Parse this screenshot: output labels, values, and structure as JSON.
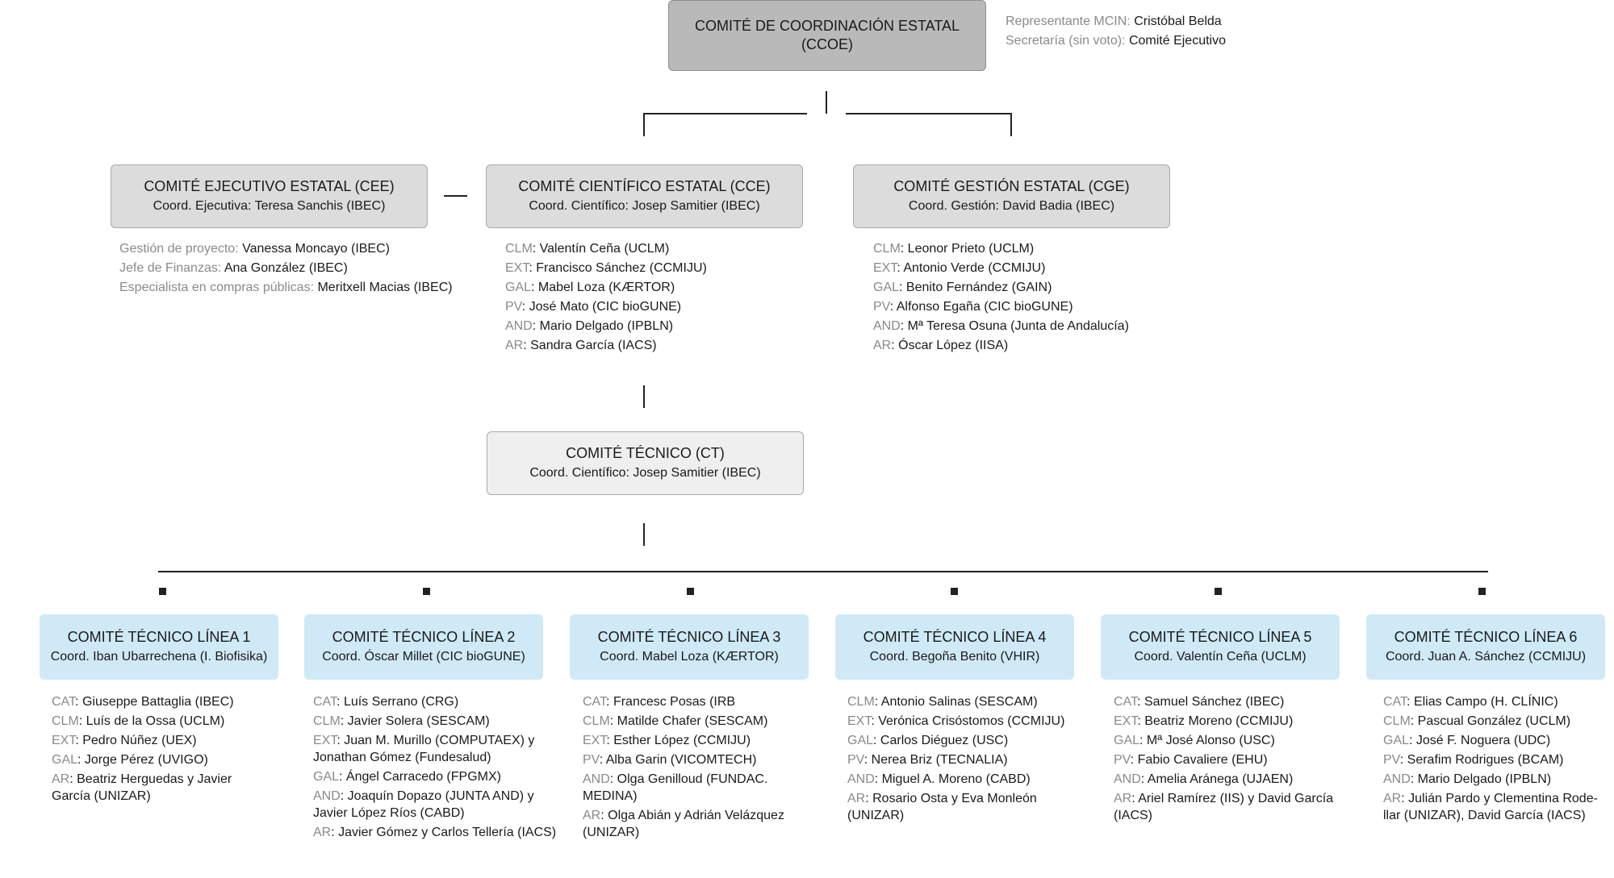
{
  "ccoe": {
    "title": "COMITÉ DE COORDINACIÓN ESTATAL (CCOE)",
    "notes": [
      {
        "k": "Representante MCIN:",
        "v": "Cristóbal Belda"
      },
      {
        "k": "Secretaría (sin voto):",
        "v": "Comité Ejecutivo"
      }
    ]
  },
  "cee": {
    "title": "COMITÉ EJECUTIVO ESTATAL (CEE)",
    "coord": "Coord. Ejecutiva: Teresa Sanchis (IBEC)",
    "members": [
      {
        "k": "Gestión de proyecto:",
        "v": "Vanessa Moncayo (IBEC)"
      },
      {
        "k": "Jefe de Finanzas:",
        "v": "Ana González (IBEC)"
      },
      {
        "k": "Especialista en compras públicas:",
        "v": "Meritxell Macias (IBEC)"
      }
    ]
  },
  "cce": {
    "title": "COMITÉ CIENTÍFICO ESTATAL (CCE)",
    "coord": "Coord. Científico: Josep Samitier (IBEC)",
    "members": [
      {
        "k": "CLM",
        "v": ": Valentín Ceña (UCLM)"
      },
      {
        "k": "EXT",
        "v": ": Francisco Sánchez (CCMIJU)"
      },
      {
        "k": "GAL",
        "v": ": Mabel Loza (KÆRTOR)"
      },
      {
        "k": "PV",
        "v": ": José Mato (CIC bioGUNE)"
      },
      {
        "k": "AND",
        "v": ": Mario  Delgado (IPBLN)"
      },
      {
        "k": "AR",
        "v": ": Sandra García (IACS)"
      }
    ]
  },
  "cge": {
    "title": "COMITÉ GESTIÓN ESTATAL (CGE)",
    "coord": "Coord. Gestión: David Badia (IBEC)",
    "members": [
      {
        "k": "CLM",
        "v": ": Leonor Prieto (UCLM)"
      },
      {
        "k": "EXT",
        "v": ": Antonio Verde (CCMIJU)"
      },
      {
        "k": "GAL",
        "v": ": Benito Fernández (GAIN)"
      },
      {
        "k": "PV",
        "v": ": Alfonso Egaña (CIC bioGUNE)"
      },
      {
        "k": "AND",
        "v": ": Mª Teresa Osuna (Junta de Andalucía)"
      },
      {
        "k": "AR",
        "v": ": Óscar López (IISA)"
      }
    ]
  },
  "ct": {
    "title": "COMITÉ TÉCNICO (CT)",
    "coord": "Coord. Científico: Josep Samitier (IBEC)"
  },
  "lines": [
    {
      "title": "COMITÉ TÉCNICO LÍNEA 1",
      "coord": "Coord. Iban Ubarrechena (I. Biofisika)",
      "members": [
        {
          "k": "CAT",
          "v": ": Giuseppe Battaglia (IBEC)"
        },
        {
          "k": "CLM",
          "v": ":  Luís de la Ossa (UCLM)"
        },
        {
          "k": "EXT",
          "v": ": Pedro Núñez (UEX)"
        },
        {
          "k": "GAL",
          "v": ": Jorge Pérez (UVIGO)"
        },
        {
          "k": "AR",
          "v": ": Beatriz Herguedas y Javier García (UNIZAR)"
        }
      ]
    },
    {
      "title": "COMITÉ TÉCNICO LÍNEA 2",
      "coord": "Coord. Óscar Millet (CIC bioGUNE)",
      "members": [
        {
          "k": "CAT",
          "v": ": Luís Serrano (CRG)"
        },
        {
          "k": "CLM",
          "v": ": Javier Solera (SESCAM)"
        },
        {
          "k": "EXT",
          "v": ": Juan M. Murillo (COMPUTAEX) y Jonathan Gómez (Fundesalud)"
        },
        {
          "k": "GAL",
          "v": ": Ángel Carracedo (FPGMX)"
        },
        {
          "k": "AND",
          "v": ": Joaquín Dopazo (JUNTA AND) y Javier López Ríos (CABD)"
        },
        {
          "k": "AR",
          "v": ": Javier Gómez y Carlos Tellería (IACS)"
        }
      ]
    },
    {
      "title": "COMITÉ TÉCNICO LÍNEA 3",
      "coord": "Coord. Mabel Loza (KÆRTOR)",
      "members": [
        {
          "k": "CAT",
          "v": ": Francesc Posas (IRB"
        },
        {
          "k": "CLM",
          "v": ": Matilde Chafer (SESCAM)"
        },
        {
          "k": "EXT",
          "v": ": Esther López (CCMIJU)"
        },
        {
          "k": "PV",
          "v": ": Alba Garin (VICOMTECH)"
        },
        {
          "k": "AND",
          "v": ": Olga Genilloud (FUNDAC. MEDINA)"
        },
        {
          "k": "AR",
          "v": ": Olga Abián y Adrián Velázquez (UNIZAR)"
        }
      ]
    },
    {
      "title": "COMITÉ TÉCNICO LÍNEA 4",
      "coord": "Coord. Begoña Benito (VHIR)",
      "members": [
        {
          "k": "CLM",
          "v": ": Antonio Salinas (SESCAM)"
        },
        {
          "k": "EXT",
          "v": ": Verónica Crisóstomos (CCMIJU)"
        },
        {
          "k": "GAL",
          "v": ": Carlos Diéguez (USC)"
        },
        {
          "k": "PV",
          "v": ": Nerea Briz (TECNALIA)"
        },
        {
          "k": "AND",
          "v": ": Miguel A. Moreno (CABD)"
        },
        {
          "k": "AR",
          "v": ": Rosario Osta y Eva Monleón (UNIZAR)"
        }
      ]
    },
    {
      "title": "COMITÉ TÉCNICO LÍNEA 5",
      "coord": "Coord. Valentín Ceña (UCLM)",
      "members": [
        {
          "k": "CAT",
          "v": ": Samuel Sánchez (IBEC)"
        },
        {
          "k": "EXT",
          "v": ": Beatriz Moreno (CCMIJU)"
        },
        {
          "k": "GAL",
          "v": ": Mª José Alonso (USC)"
        },
        {
          "k": "PV",
          "v": ": Fabio Cavaliere (EHU)"
        },
        {
          "k": "AND",
          "v": ": Amelia Aránega (UJAEN)"
        },
        {
          "k": "AR",
          "v": ": Ariel Ramírez (IIS) y David García (IACS)"
        }
      ]
    },
    {
      "title": "COMITÉ TÉCNICO LÍNEA 6",
      "coord": "Coord. Juan A. Sánchez (CCMIJU)",
      "members": [
        {
          "k": "CAT",
          "v": ": Elias Campo (H. CLÍNIC)"
        },
        {
          "k": "CLM",
          "v": ": Pascual González (UCLM)"
        },
        {
          "k": "GAL",
          "v": ": José F. Noguera (UDC)"
        },
        {
          "k": "PV",
          "v": ": Serafim Rodrigues (BCAM)"
        },
        {
          "k": "AND",
          "v": ": Mario Delgado (IPBLN)"
        },
        {
          "k": "AR",
          "v": ": Julián Pardo y Clementina Rode-llar (UNIZAR), David García (IACS)"
        }
      ]
    }
  ]
}
